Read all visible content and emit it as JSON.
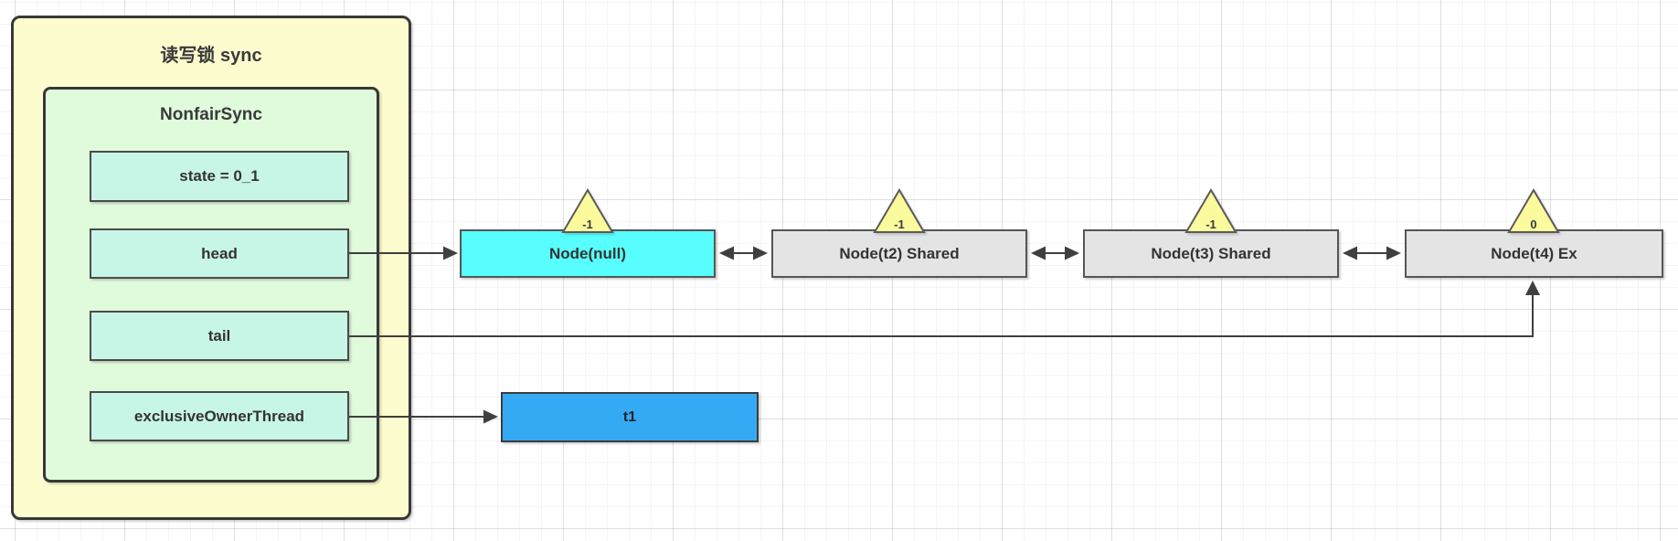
{
  "diagram": {
    "outer": {
      "title": "读写锁 sync"
    },
    "inner": {
      "title": "NonfairSync"
    },
    "fields": [
      {
        "label": "state = 0_1"
      },
      {
        "label": "head"
      },
      {
        "label": "tail"
      },
      {
        "label": "exclusiveOwnerThread"
      }
    ],
    "nodes": [
      {
        "label": "Node(null)",
        "wait_status": "-1"
      },
      {
        "label": "Node(t2) Shared",
        "wait_status": "-1"
      },
      {
        "label": "Node(t3) Shared",
        "wait_status": "-1"
      },
      {
        "label": "Node(t4) Ex",
        "wait_status": "0"
      }
    ],
    "thread": {
      "label": "t1"
    }
  },
  "colors": {
    "outer_fill": "#FCFCCE",
    "inner_fill": "#DFFBDC",
    "field_fill": "#C8F6E6",
    "head_node_fill": "#58FEFE",
    "queue_node_fill": "#E4E4E4",
    "thread_fill": "#35AAF4",
    "triangle_fill": "#FBFB9D",
    "line": "#3F3F3F"
  }
}
